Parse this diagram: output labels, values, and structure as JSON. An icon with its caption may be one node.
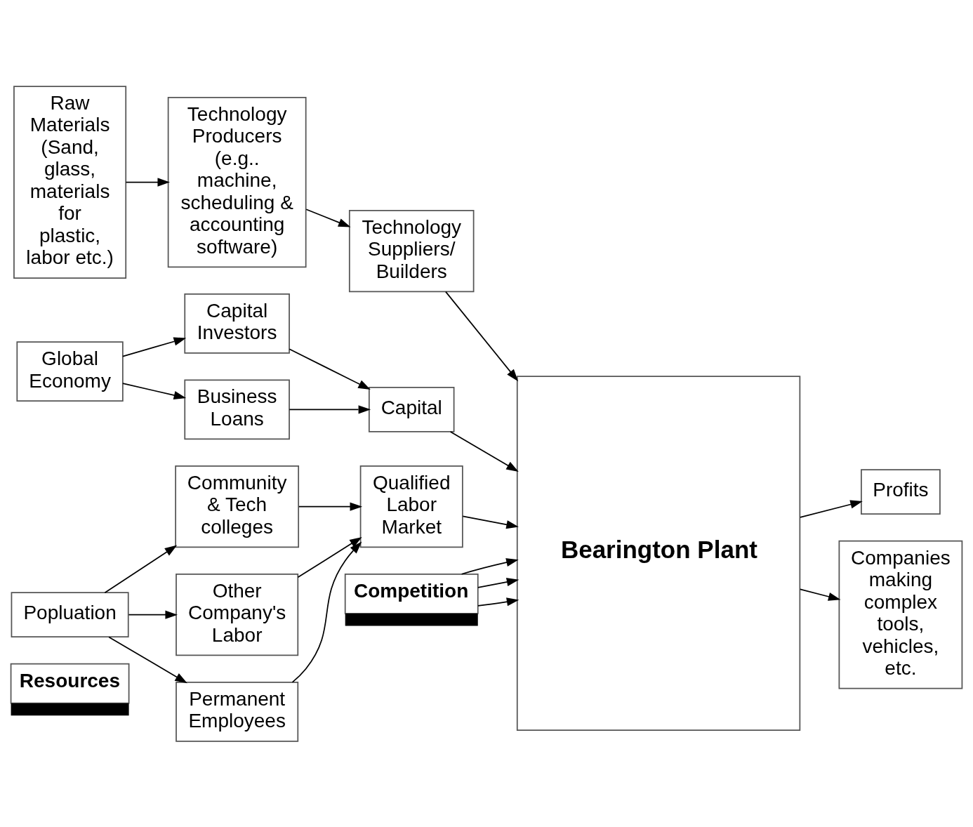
{
  "diagram": {
    "nodes": [
      {
        "text": [
          "Resources"
        ]
      },
      {
        "text": [
          "Raw Materials (Sand, glass, materials for plastic, labor etc.)"
        ]
      },
      {
        "text": [
          "Technology Producers (e.g.. machine, scheduling & accounting software)"
        ]
      },
      {
        "text": [
          "Technology Suppliers/ Builders"
        ]
      },
      {
        "text": [
          "Bearington Plant"
        ]
      },
      {
        "text": [
          "Profits"
        ]
      },
      {
        "text": [
          "Companies making complex tools, vehicles, etc."
        ]
      },
      {
        "text": [
          "Global Economy"
        ]
      },
      {
        "text": [
          "Capital Investors"
        ]
      },
      {
        "text": [
          "Business Loans"
        ]
      },
      {
        "text": [
          "Capital"
        ]
      },
      {
        "text": [
          "Community & Tech colleges"
        ]
      },
      {
        "text": [
          "Other Company's Labor"
        ]
      },
      {
        "text": [
          "Qualified Labor Market"
        ]
      },
      {
        "text": [
          "Popluation"
        ]
      },
      {
        "text": [
          "Permanent Employees"
        ]
      },
      {
        "text": [
          "Competition"
        ]
      }
    ],
    "edges": [
      {
        "from": 1,
        "to": 2,
        "arrow": "to"
      },
      {
        "from": 2,
        "to": 3,
        "arrow": "to"
      },
      {
        "from": 3,
        "to": 4,
        "arrow": "to"
      },
      {
        "from": 4,
        "to": 5,
        "arrow": "to"
      },
      {
        "from": 4,
        "to": 6,
        "arrow": "to"
      },
      {
        "from": 7,
        "to": 8,
        "arrow": "to"
      },
      {
        "from": 7,
        "to": 9,
        "arrow": "to"
      },
      {
        "from": 8,
        "to": 10,
        "arrow": "to"
      },
      {
        "from": 9,
        "to": 10,
        "arrow": "to"
      },
      {
        "from": 10,
        "to": 4,
        "arrow": "to"
      },
      {
        "from": 14,
        "to": 11,
        "arrow": "to"
      },
      {
        "from": 14,
        "to": 12,
        "arrow": "to"
      },
      {
        "from": 14,
        "to": 15,
        "arrow": "to"
      },
      {
        "from": 11,
        "to": 13,
        "arrow": "to"
      },
      {
        "from": 12,
        "to": 13,
        "arrow": "to"
      },
      {
        "from": 15,
        "to": 13,
        "arrow": "to"
      },
      {
        "from": 13,
        "to": 4,
        "arrow": "to"
      },
      {
        "from": 16,
        "to": 4,
        "arrow": "to"
      },
      {
        "from": 16,
        "to": 4,
        "arrow": "to"
      },
      {
        "from": 16,
        "to": 4,
        "arrow": "to"
      }
    ]
  }
}
